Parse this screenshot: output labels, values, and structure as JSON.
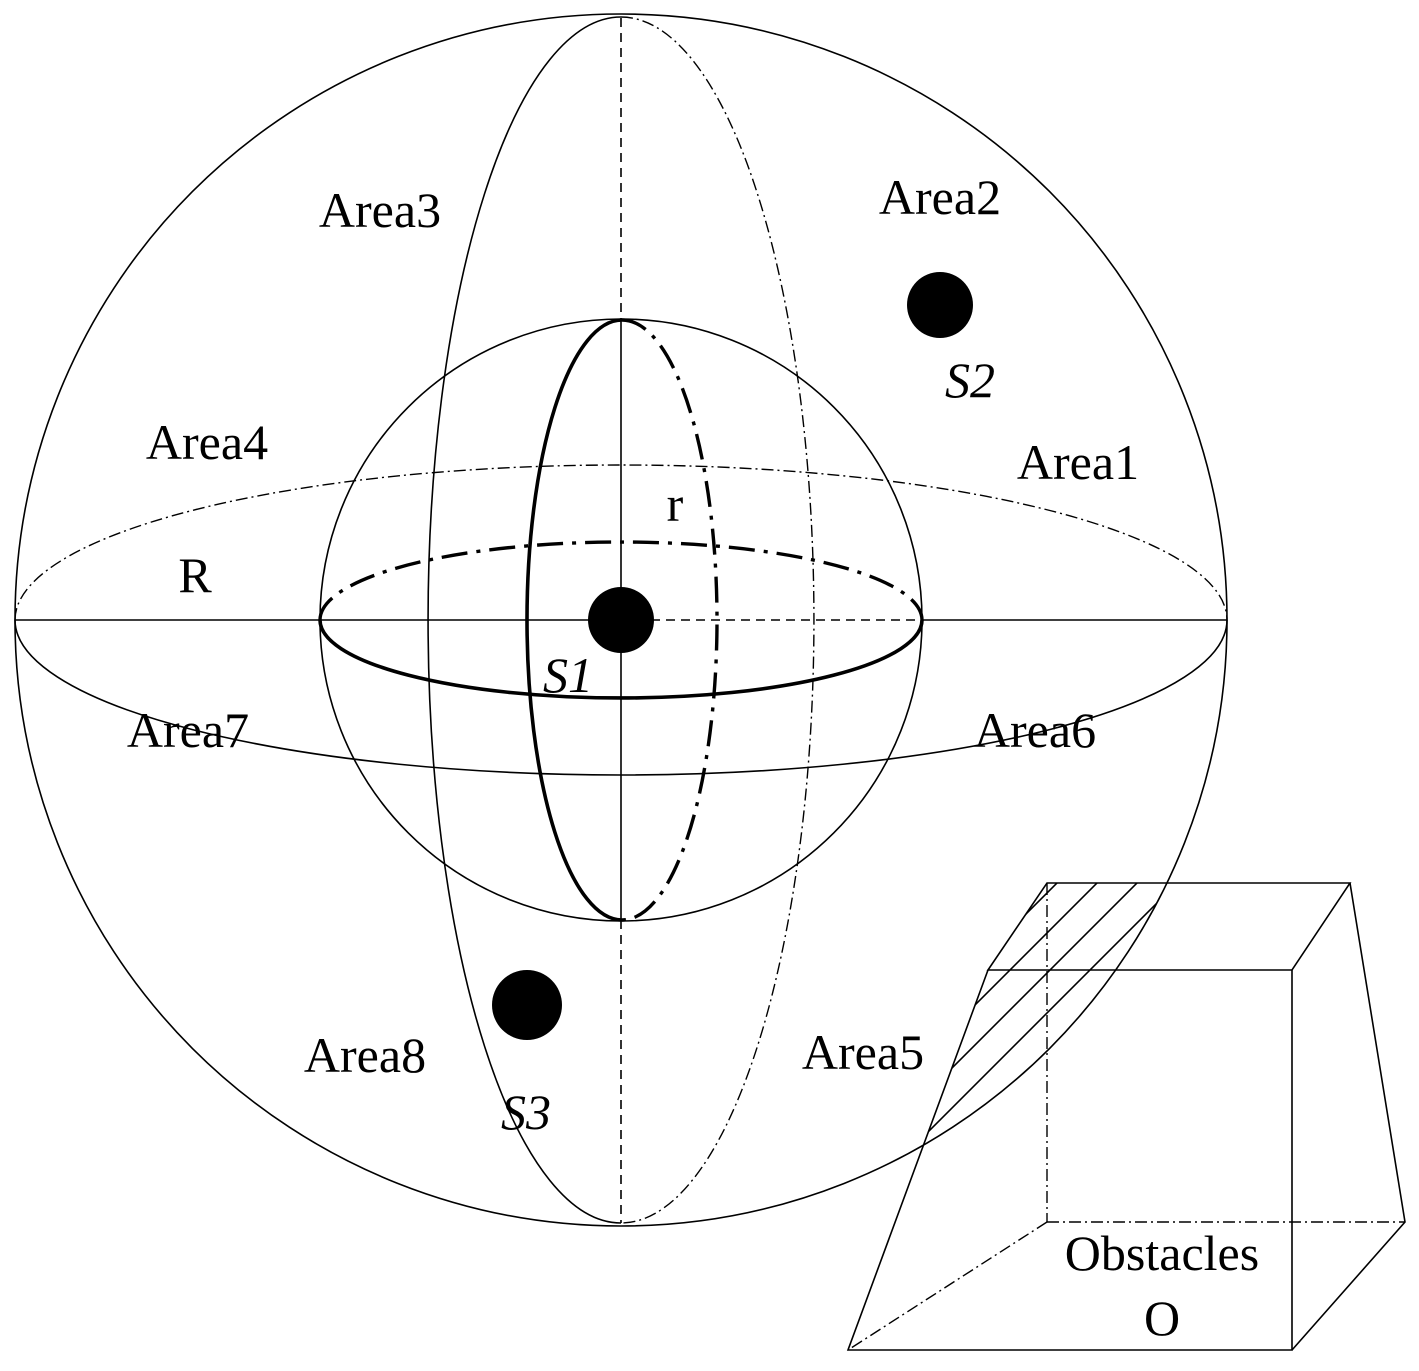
{
  "areas": {
    "area1": "Area1",
    "area2": "Area2",
    "area3": "Area3",
    "area4": "Area4",
    "area5": "Area5",
    "area6": "Area6",
    "area7": "Area7",
    "area8": "Area8"
  },
  "sensors": {
    "s1": "S1",
    "s2": "S2",
    "s3": "S3"
  },
  "radii": {
    "outer": "R",
    "inner": "r"
  },
  "obstacle": {
    "label": "Obstacles",
    "symbol": "O"
  }
}
